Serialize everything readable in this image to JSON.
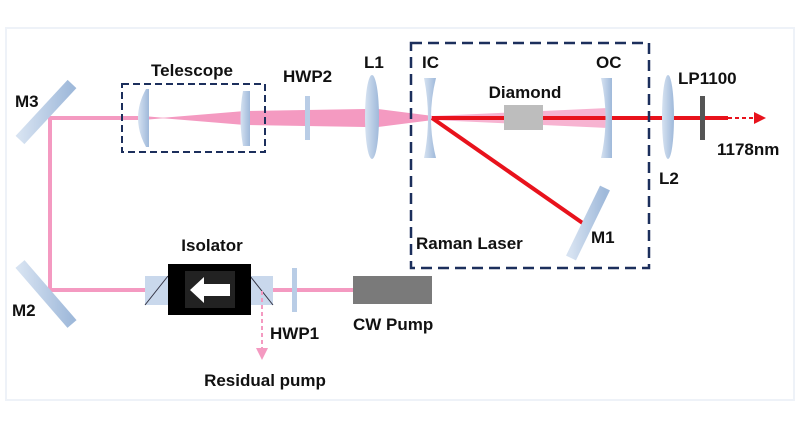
{
  "labels": {
    "telescope": "Telescope",
    "hwp2": "HWP2",
    "l1": "L1",
    "ic": "IC",
    "diamond": "Diamond",
    "oc": "OC",
    "lp1100": "LP1100",
    "wavelength": "1178nm",
    "l2": "L2",
    "m1": "M1",
    "raman_laser": "Raman Laser",
    "m3": "M3",
    "m2": "M2",
    "isolator": "Isolator",
    "hwp1": "HWP1",
    "cw_pump": "CW Pump",
    "residual_pump": "Residual pump"
  },
  "colors": {
    "pump_beam": "#f49ac1",
    "raman_beam": "#e8121c",
    "optics": "#b9cde6",
    "box_border": "#1c2f5c",
    "pump_source": "#7a7a7a",
    "diamond": "#bdbdbd",
    "isolator": "#000000"
  }
}
